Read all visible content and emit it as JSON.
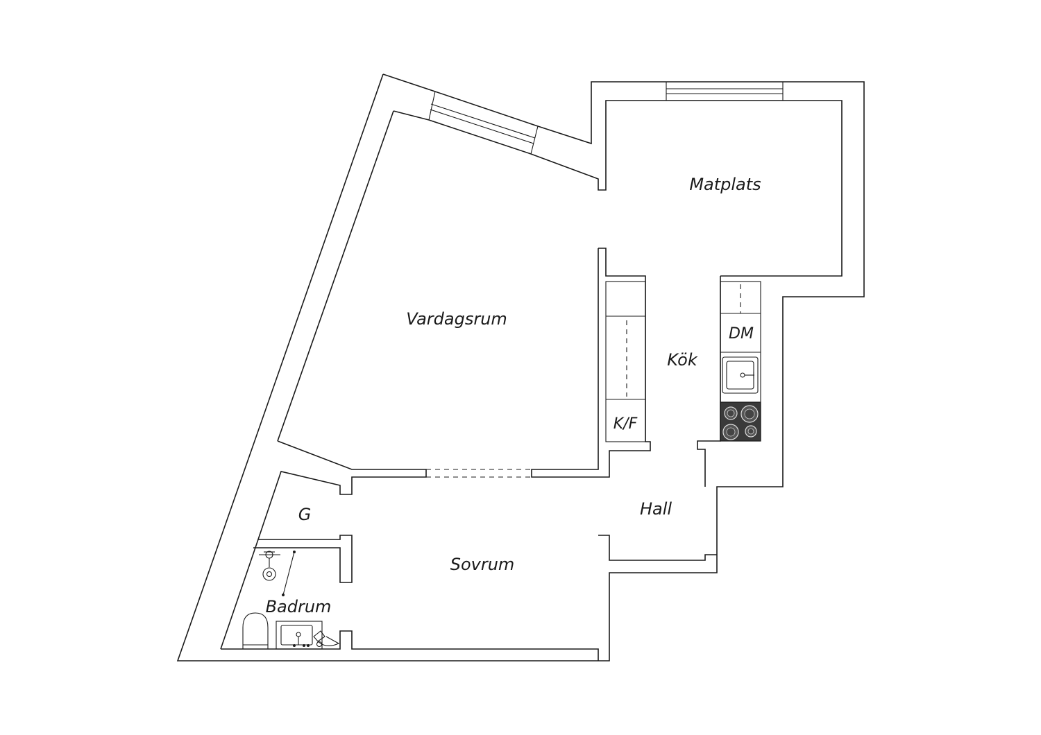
{
  "rooms": {
    "matplats": "Matplats",
    "vardagsrum": "Vardagsrum",
    "kok": "Kök",
    "hall": "Hall",
    "sovrum": "Sovrum",
    "badrum": "Badrum",
    "garderob": "G"
  },
  "fixtures": {
    "diskmaskin": "DM",
    "kyl_frys": "K/F"
  },
  "colors": {
    "line": "#1a1a1a",
    "background": "#ffffff",
    "stove": "#3a3a3a"
  }
}
